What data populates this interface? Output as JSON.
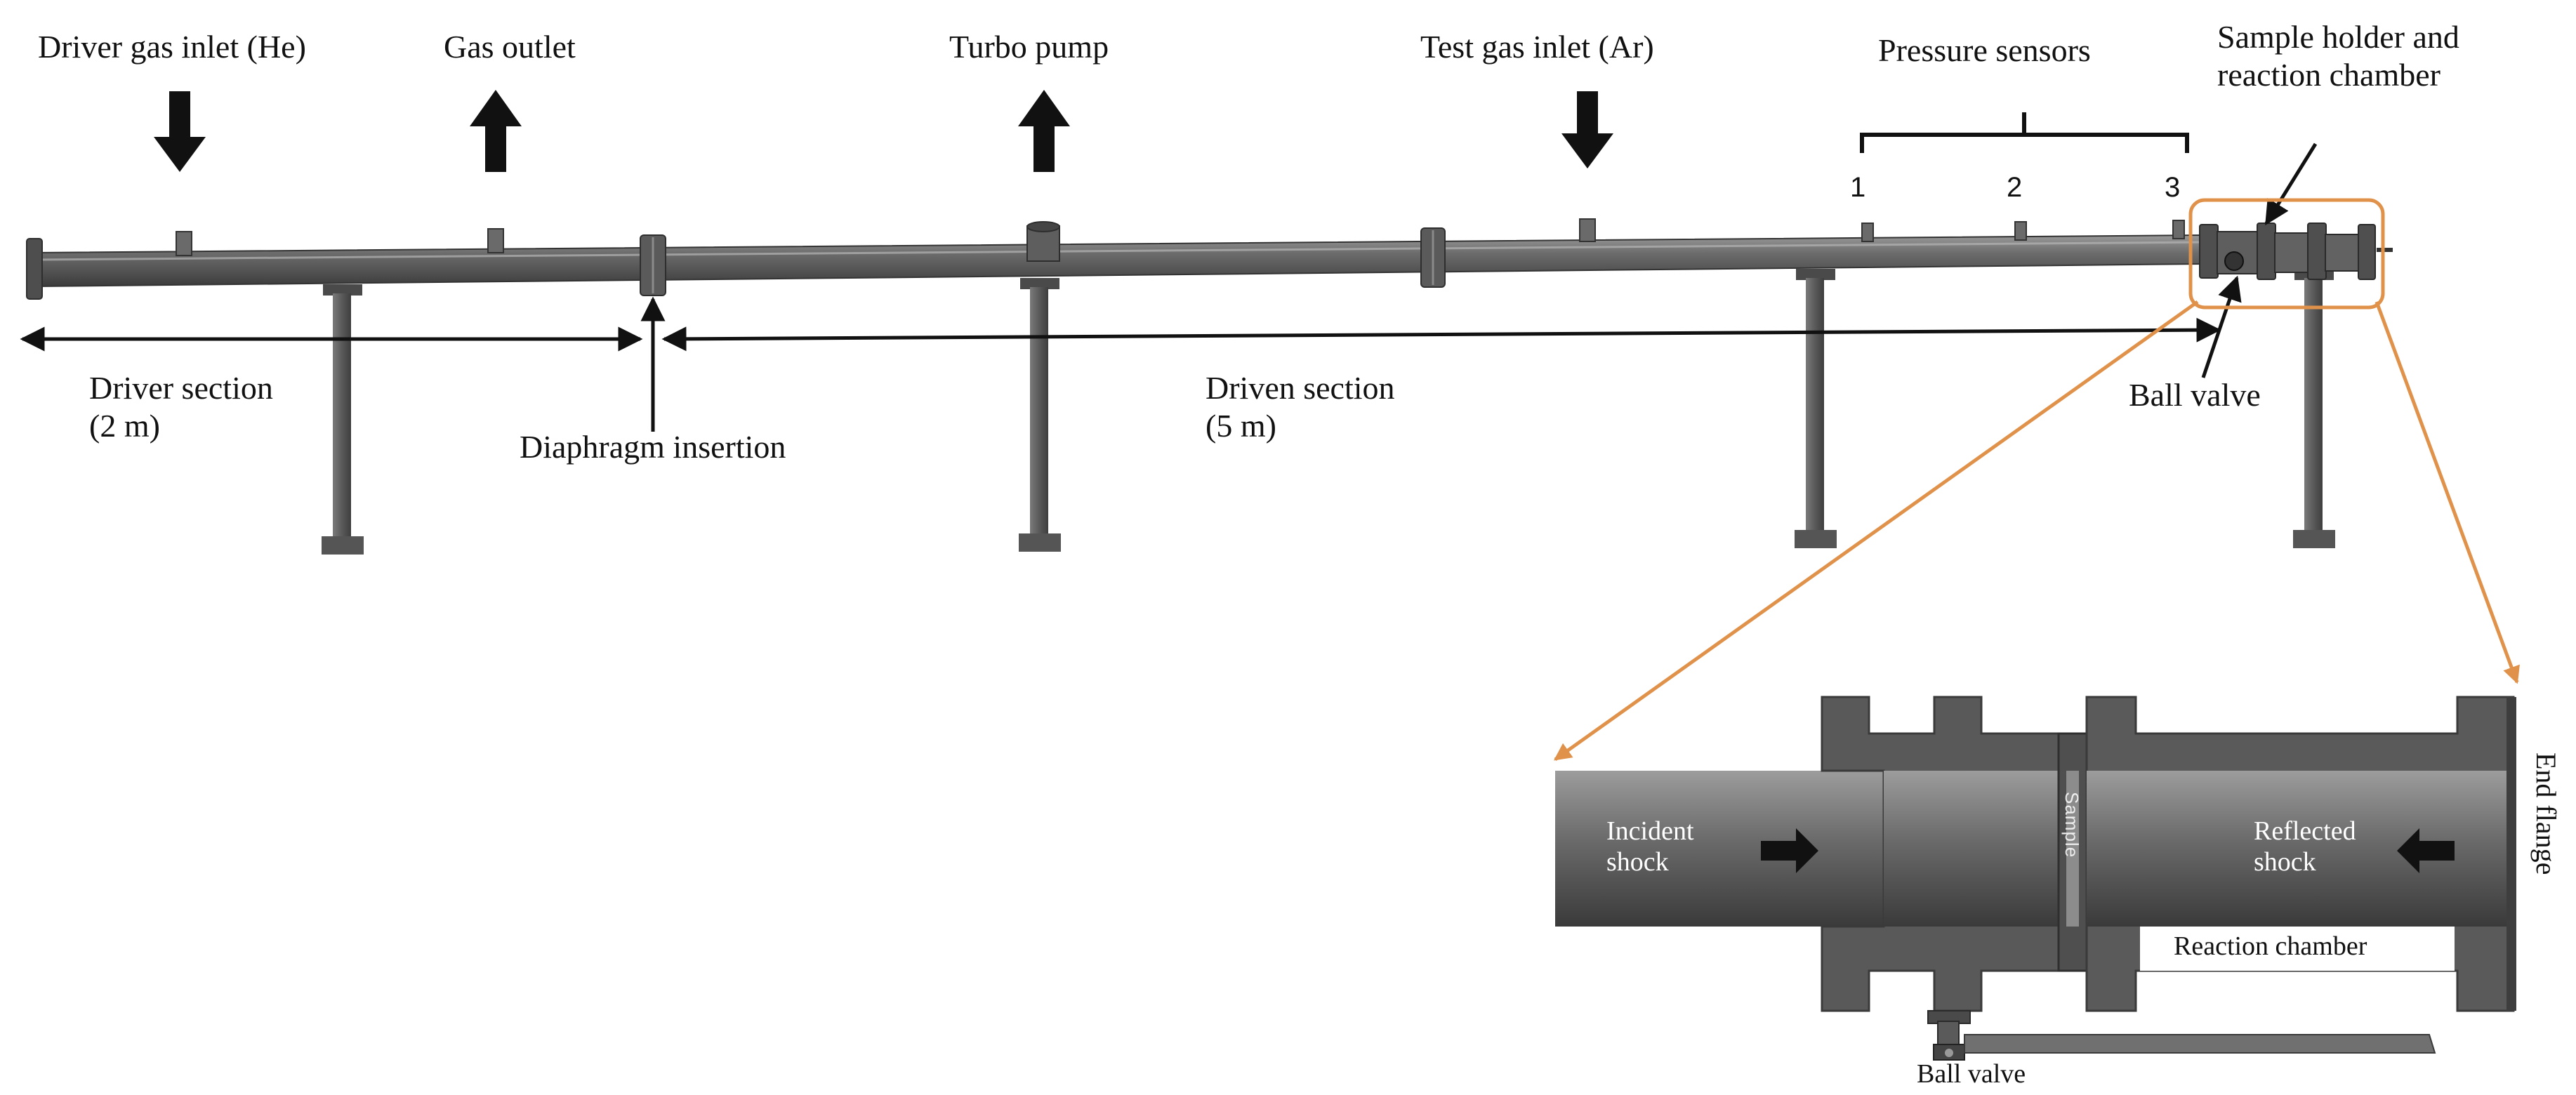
{
  "labels": {
    "driver_gas_inlet": "Driver gas inlet (He)",
    "gas_outlet": "Gas outlet",
    "turbo_pump": "Turbo pump",
    "test_gas_inlet": "Test gas inlet (Ar)",
    "pressure_sensors": "Pressure sensors",
    "sample_holder": "Sample holder and\nreaction chamber",
    "driver_section": "Driver section\n(2 m)",
    "diaphragm_insertion": "Diaphragm insertion",
    "driven_section": "Driven section\n(5 m)",
    "ball_valve_main": "Ball valve"
  },
  "sensors": [
    "1",
    "2",
    "3"
  ],
  "inset": {
    "incident_shock": "Incident\nshock",
    "reflected_shock": "Reflected\nshock",
    "reaction_chamber": "Reaction chamber",
    "end_flange": "End flange",
    "ball_valve": "Ball valve",
    "sample": "Sample"
  },
  "colors": {
    "highlight": "#e0914a",
    "metal_dark": "#4b4b4b",
    "metal_mid": "#6e6e6e",
    "metal_light": "#8f8f8f",
    "ink": "#111111"
  }
}
